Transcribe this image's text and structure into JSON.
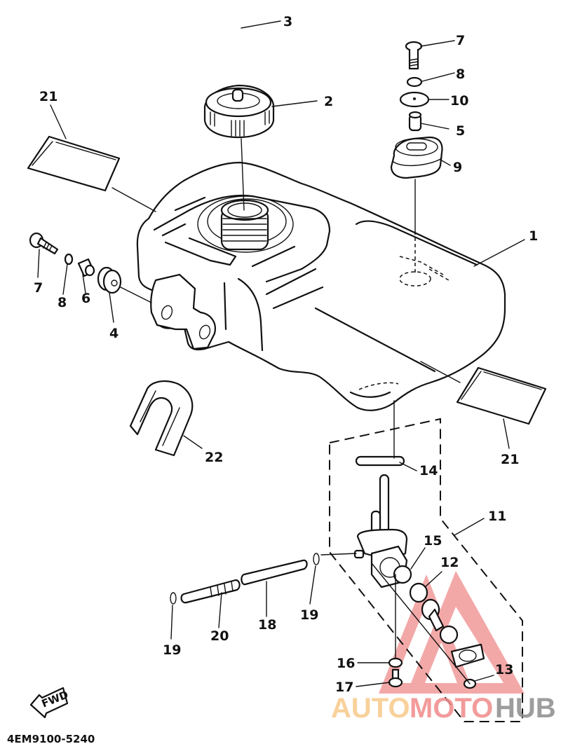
{
  "diagram": {
    "title_code": "4EM9100-5240",
    "fwd_label": "FWD",
    "callouts": [
      {
        "id": "c1",
        "text": "1"
      },
      {
        "id": "c2",
        "text": "2"
      },
      {
        "id": "c3",
        "text": "3"
      },
      {
        "id": "c4",
        "text": "4"
      },
      {
        "id": "c5",
        "text": "5"
      },
      {
        "id": "c6",
        "text": "6"
      },
      {
        "id": "c7a",
        "text": "7"
      },
      {
        "id": "c7b",
        "text": "7"
      },
      {
        "id": "c8a",
        "text": "8"
      },
      {
        "id": "c8b",
        "text": "8"
      },
      {
        "id": "c9",
        "text": "9"
      },
      {
        "id": "c10",
        "text": "10"
      },
      {
        "id": "c11",
        "text": "11"
      },
      {
        "id": "c12",
        "text": "12"
      },
      {
        "id": "c13",
        "text": "13"
      },
      {
        "id": "c14",
        "text": "14"
      },
      {
        "id": "c15",
        "text": "15"
      },
      {
        "id": "c16",
        "text": "16"
      },
      {
        "id": "c17",
        "text": "17"
      },
      {
        "id": "c18",
        "text": "18"
      },
      {
        "id": "c19a",
        "text": "19"
      },
      {
        "id": "c19b",
        "text": "19"
      },
      {
        "id": "c20",
        "text": "20"
      },
      {
        "id": "c21a",
        "text": "21"
      },
      {
        "id": "c21b",
        "text": "21"
      },
      {
        "id": "c22",
        "text": "22"
      }
    ]
  },
  "watermark": {
    "part1": "AUTO",
    "part2": "MOTO",
    "part3": "HUB",
    "colors": {
      "auto": "#f7c98a",
      "moto": "#f08a8a",
      "hub": "#8c8c8c",
      "triangle": "#f29a9a"
    }
  }
}
